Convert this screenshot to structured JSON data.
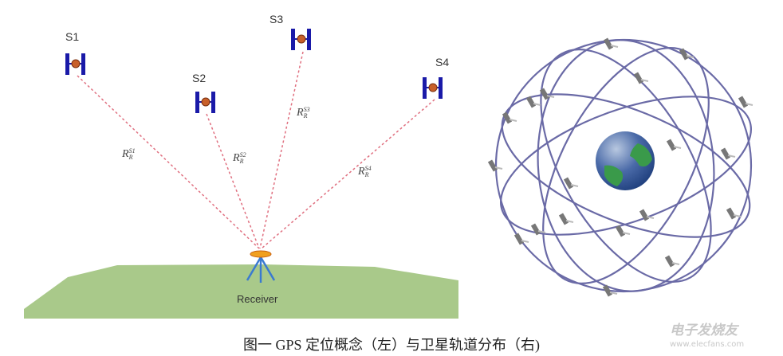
{
  "left_figure": {
    "satellites": [
      {
        "label": "S1",
        "range_label": "R",
        "range_sub": "R",
        "range_sup": "S1"
      },
      {
        "label": "S2",
        "range_label": "R",
        "range_sub": "R",
        "range_sup": "S2"
      },
      {
        "label": "S3",
        "range_label": "R",
        "range_sub": "R",
        "range_sup": "S3"
      },
      {
        "label": "S4",
        "range_label": "R",
        "range_sub": "R",
        "range_sup": "S4"
      }
    ],
    "receiver_label": "Receiver",
    "colors": {
      "satellite_panel": "#1a1aa8",
      "satellite_body": "#c8602a",
      "range_line": "#e07080",
      "ground": "#a9c98a",
      "receiver_antenna": "#f0a020",
      "receiver_legs": "#3a7ad0"
    }
  },
  "right_figure": {
    "colors": {
      "orbit": "#6a6aa6",
      "earth_ocean": "#2a5a9a",
      "earth_land": "#3a9a4a"
    }
  },
  "caption": "图一 GPS 定位概念（左）与卫星轨道分布（右)",
  "watermark": {
    "title": "电子发烧友",
    "url": "www.elecfans.com"
  }
}
